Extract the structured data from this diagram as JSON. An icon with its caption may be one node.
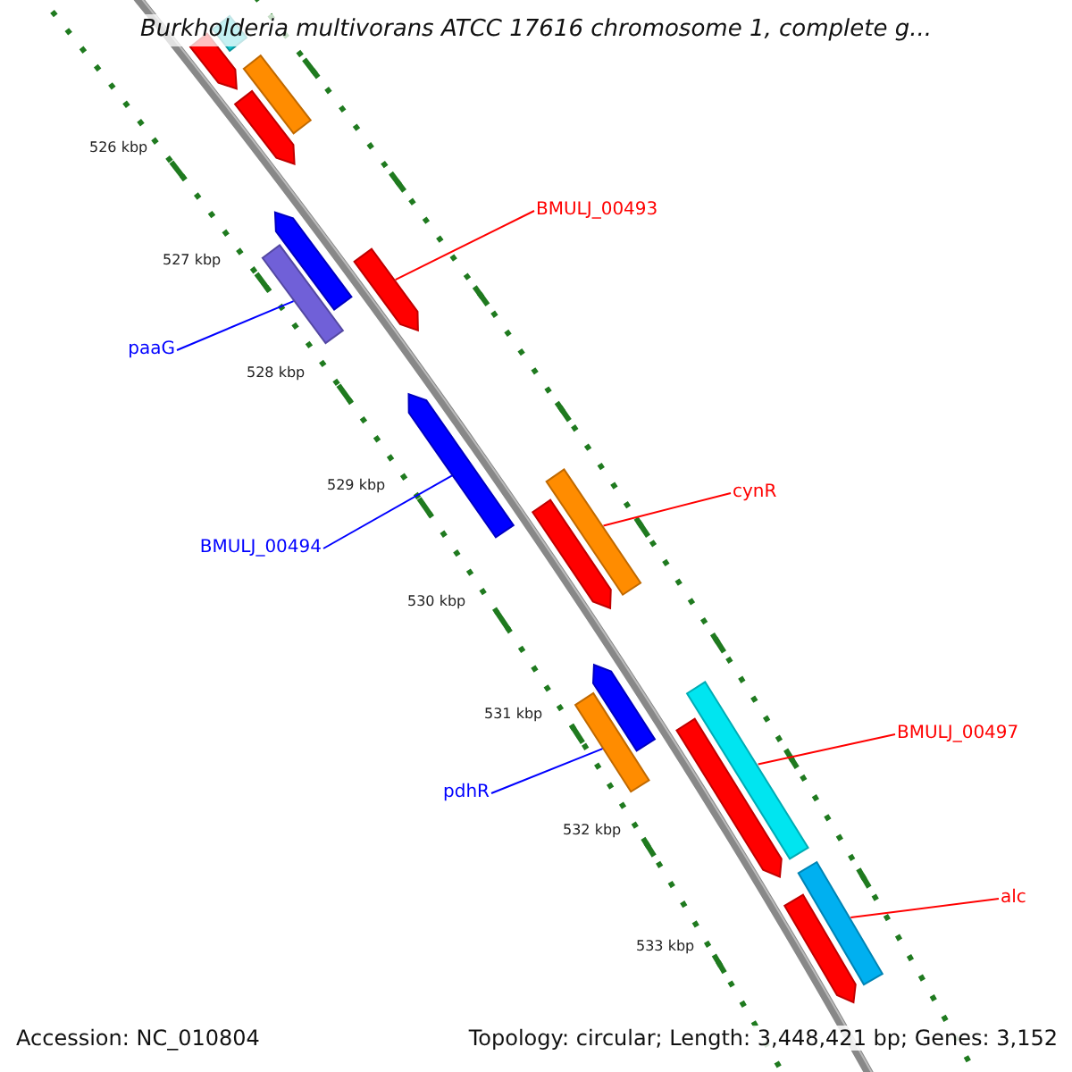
{
  "diagram": {
    "title": "Burkholderia multivorans ATCC 17616 chromosome 1, complete g...",
    "nodes": [
      {
        "text": [],
        "shape": "arrow"
      },
      {
        "text": [],
        "shape": "bar"
      },
      {
        "text": [],
        "shape": "bar"
      },
      {
        "text": [],
        "shape": "arrow"
      },
      {
        "text": [
          "BMULJ_00493"
        ]
      },
      {
        "text": [],
        "shape": "arrow"
      },
      {
        "text": [],
        "shape": "bar"
      },
      {
        "text": [],
        "shape": "arrow"
      },
      {
        "text": [
          "paaG"
        ]
      },
      {
        "text": [],
        "shape": "arrow"
      },
      {
        "text": [
          "BMULJ_00494"
        ]
      },
      {
        "text": [
          "cynR"
        ]
      },
      {
        "text": [],
        "shape": "bar"
      },
      {
        "text": [],
        "shape": "arrow"
      },
      {
        "text": [],
        "shape": "arrow"
      },
      {
        "text": [],
        "shape": "bar"
      },
      {
        "text": [
          "pdhR"
        ]
      },
      {
        "text": [
          "BMULJ_00497"
        ]
      },
      {
        "text": [],
        "shape": "bar"
      },
      {
        "text": [],
        "shape": "arrow"
      },
      {
        "text": [
          "alc"
        ]
      },
      {
        "text": [],
        "shape": "bar"
      },
      {
        "text": [],
        "shape": "arrow"
      }
    ],
    "edges": [
      {
        "from": 4,
        "to": 7,
        "arrow": "none"
      },
      {
        "from": 8,
        "to": 6,
        "arrow": "none",
        "color": "#0000ff"
      },
      {
        "from": 10,
        "to": 9,
        "arrow": "none",
        "color": "#0000ff"
      },
      {
        "from": 11,
        "to": 12,
        "arrow": "none"
      },
      {
        "from": 16,
        "to": 15,
        "arrow": "none",
        "color": "#0000ff"
      },
      {
        "from": 17,
        "to": 18,
        "arrow": "none"
      },
      {
        "from": 20,
        "to": 21,
        "arrow": "none"
      }
    ],
    "labels": [
      "526 kbp",
      "527 kbp",
      "528 kbp",
      "529 kbp",
      "530 kbp",
      "531 kbp",
      "532 kbp",
      "533 kbp",
      "Accession: NC_010804",
      "Topology: circular; Length: 3,448,421 bp; Genes: 3,152"
    ]
  }
}
